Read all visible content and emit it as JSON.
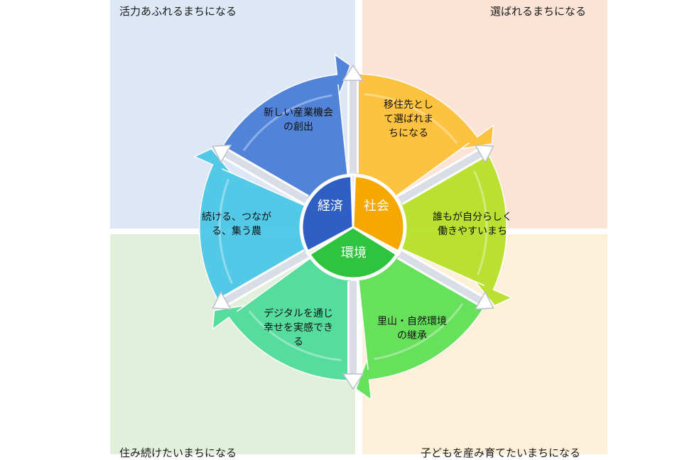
{
  "quadrants": {
    "top_left": {
      "label": "活力あふれるまちになる"
    },
    "top_right": {
      "label": "選ばれるまちになる"
    },
    "bottom_left": {
      "label": "住み続けたいまちになる"
    },
    "bottom_right": {
      "label": "子どもを産み育てたいまちになる"
    }
  },
  "hub": {
    "economy": {
      "label": "経済"
    },
    "society": {
      "label": "社会"
    },
    "environment": {
      "label": "環境"
    }
  },
  "segments": [
    {
      "id": "new-industry",
      "lines": [
        "新しい産業機会",
        "の創出"
      ]
    },
    {
      "id": "chosen-place",
      "lines": [
        "移住先とし",
        "て選ばれま",
        "ちになる"
      ]
    },
    {
      "id": "work-style",
      "lines": [
        "誰もが自分らしく",
        "働きやすいまち"
      ]
    },
    {
      "id": "satoyama",
      "lines": [
        "里山・自然環境",
        "の継承"
      ]
    },
    {
      "id": "digital",
      "lines": [
        "デジタルを通じ",
        "幸せを実感でき",
        "る"
      ]
    },
    {
      "id": "agriculture",
      "lines": [
        "続ける、つなが",
        "る、集う農"
      ]
    }
  ],
  "colors": {
    "q_top_left": "#dde7f5",
    "q_top_right": "#fbe3d6",
    "q_bottom_left": "#e2efda",
    "q_bottom_right": "#fdf0d9",
    "seg_new_industry": "#4a7fd8",
    "seg_chosen_place": "#ffc13a",
    "seg_work_style": "#b8e02a",
    "seg_satoyama": "#5fe055",
    "seg_digital": "#4fdc9a",
    "seg_agriculture": "#4cc8e8",
    "hub_economy": "#2f5fc4",
    "hub_society": "#f5a800",
    "hub_environment": "#2fc43e"
  }
}
